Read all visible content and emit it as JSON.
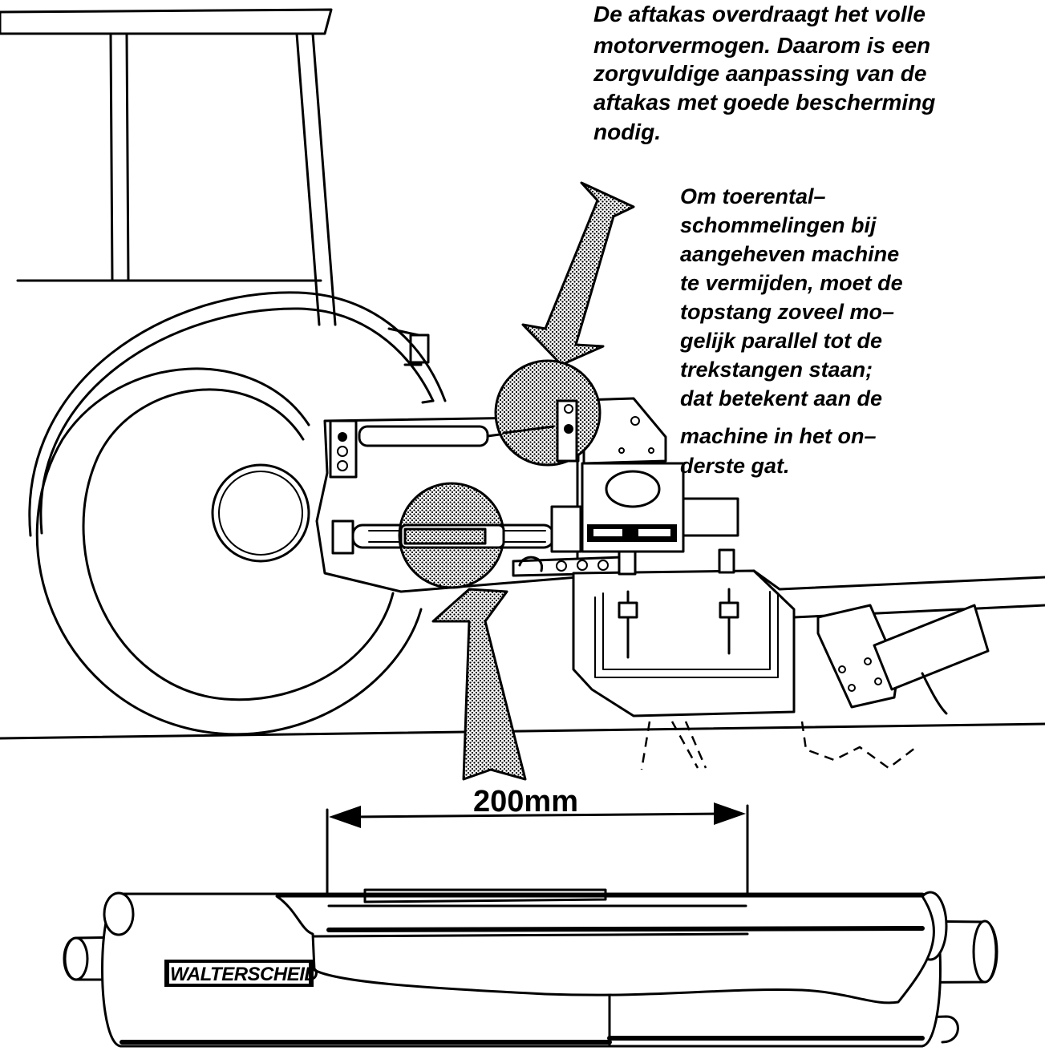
{
  "captions": {
    "pto_power": [
      "De aftakas overdraagt het volle",
      "motorvermogen. Daarom is een",
      "zorgvuldige aanpassing van de",
      "aftakas met goede bescherming",
      "nodig."
    ],
    "top_link": [
      "Om toerental–",
      "schommelingen bij",
      "aangeheven machine",
      "te vermijden, moet de",
      "topstang zoveel mo–",
      "gelijk parallel tot de",
      "trekstangen staan;",
      "dat betekent aan de",
      "machine in het on–",
      "derste gat."
    ]
  },
  "dimension": {
    "overlap_label": "200mm"
  },
  "brand": {
    "shaft_label": "WALTERSCHEID"
  },
  "colors": {
    "ink": "#000000",
    "paper": "#ffffff",
    "dot_fill": "#9a9a9a"
  },
  "icons": {
    "arrow_down": "highlight-arrow-down-icon",
    "arrow_up": "highlight-arrow-up-icon",
    "circle_top_link": "magnifier-circle-top-link-icon",
    "circle_pto": "magnifier-circle-pto-shaft-icon"
  }
}
